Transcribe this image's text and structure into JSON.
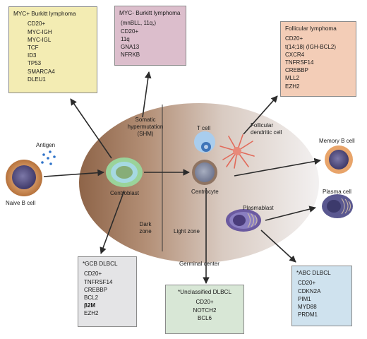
{
  "boxes": {
    "myc_pos": {
      "title": "MYC+ Burkitt lymphoma",
      "items": [
        "CD20+",
        "MYC-IGH",
        "MYC-IGL",
        "TCF",
        "ID3",
        "TP53",
        "SMARCA4",
        "DLEU1"
      ],
      "bg": "#f3ecb3"
    },
    "myc_neg": {
      "title": "MYC- Burkitt lymphoma",
      "items": [
        "(mnBLL, 11q,)",
        "CD20+",
        "11q",
        "GNA13",
        "NFRKB"
      ],
      "bg": "#dcbecc"
    },
    "follicular": {
      "title": "Follicular lymphoma",
      "items": [
        "CD20+",
        "t(14;18) (IGH-BCL2)",
        "CXCR4",
        "TNFRSF14",
        "CREBBP",
        "MLL2",
        "EZH2"
      ],
      "bg": "#f3cdb7"
    },
    "gcb": {
      "title": "*GCB DLBCL",
      "items": [
        "CD20+",
        "TNFRSF14",
        "CREBBP",
        "BCL2",
        "β2M",
        "EZH2"
      ],
      "bg": "#e4e4e6"
    },
    "unclassified": {
      "title": "*Unclassified DLBCL",
      "items": [
        "CD20+",
        "NOTCH2",
        "BCL6"
      ],
      "bg": "#d8e7d6"
    },
    "abc": {
      "title": "*ABC DLBCL",
      "items": [
        "CD20+",
        "CDKN2A",
        "PIM1",
        "MYD88",
        "PRDM1"
      ],
      "bg": "#cfe2ee"
    }
  },
  "labels": {
    "antigen": "Antigen",
    "naive_b": "Naive B cell",
    "shm": "Somatic\nhypermutation\n(SHM)",
    "centroblast": "Centroblast",
    "dark_zone": "Dark\nzone",
    "light_zone": "Light zone",
    "t_cell": "T cell",
    "fdc": "Follicular\ndendritic cell",
    "centrocyte": "Centrocyte",
    "plasmablast": "Plasmablast",
    "memory_b": "Memory B cell",
    "plasma_cell": "Plasma cell",
    "germinal_center": "Germinal center"
  },
  "colors": {
    "arrow": "#2b2b2b",
    "naive_outer": "#c98a52",
    "naive_inner": "#4e4a78",
    "centroblast_ring": "#8fc98f",
    "centrocyte_inner": "#8a92a8",
    "tcell": "#8fb9dd",
    "fdc": "#e06a5a",
    "plasmablast": "#5b4a8a",
    "memory_outer": "#e8a56a",
    "plasma": "#4a4a7c"
  }
}
